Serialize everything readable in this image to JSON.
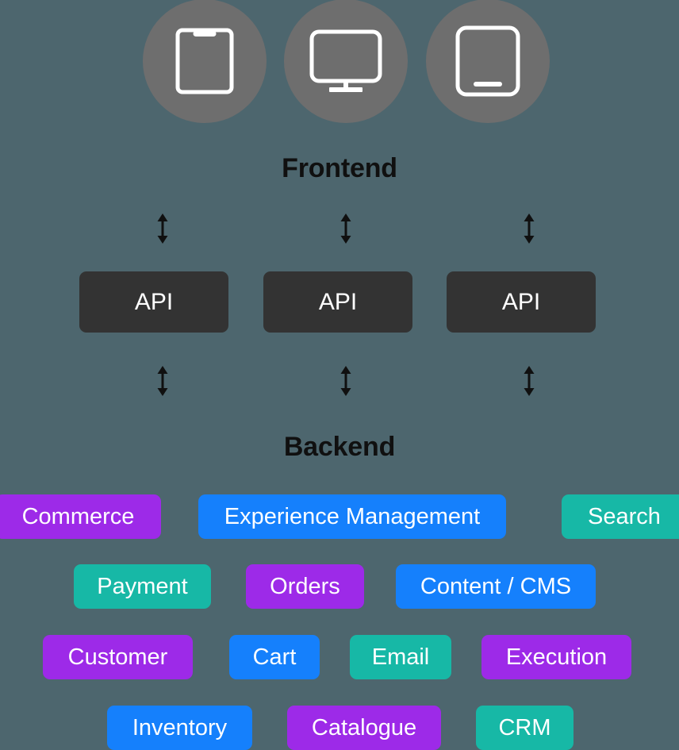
{
  "diagram": {
    "background_color": "#4d666e",
    "frontend": {
      "title": "Frontend",
      "devices": [
        {
          "icon": "mobile-phone-icon",
          "circle_color": "#6e6e6e"
        },
        {
          "icon": "desktop-monitor-icon",
          "circle_color": "#6e6e6e"
        },
        {
          "icon": "tablet-icon",
          "circle_color": "#6e6e6e"
        }
      ]
    },
    "api_layer": {
      "boxes": [
        {
          "label": "API",
          "color": "#333333"
        },
        {
          "label": "API",
          "color": "#333333"
        },
        {
          "label": "API",
          "color": "#333333"
        }
      ]
    },
    "connectors": {
      "icon": "up-down-arrow-icon",
      "top_row_count": 3,
      "bottom_row_count": 3,
      "color": "#101010"
    },
    "backend": {
      "title": "Backend",
      "palette": {
        "purple": "#9d2ae8",
        "blue": "#1580fc",
        "teal": "#17b8a6"
      },
      "rows": [
        {
          "services": [
            {
              "label": "Commerce",
              "color": "purple"
            },
            {
              "label": "Experience Management",
              "color": "blue"
            },
            {
              "label": "Search",
              "color": "teal"
            }
          ]
        },
        {
          "services": [
            {
              "label": "Payment",
              "color": "teal"
            },
            {
              "label": "Orders",
              "color": "purple"
            },
            {
              "label": "Content / CMS",
              "color": "blue"
            }
          ]
        },
        {
          "services": [
            {
              "label": "Customer",
              "color": "purple"
            },
            {
              "label": "Cart",
              "color": "blue"
            },
            {
              "label": "Email",
              "color": "teal"
            },
            {
              "label": "Execution",
              "color": "purple"
            }
          ]
        },
        {
          "services": [
            {
              "label": "Inventory",
              "color": "blue"
            },
            {
              "label": "Catalogue",
              "color": "purple"
            },
            {
              "label": "CRM",
              "color": "teal"
            }
          ]
        }
      ]
    }
  }
}
